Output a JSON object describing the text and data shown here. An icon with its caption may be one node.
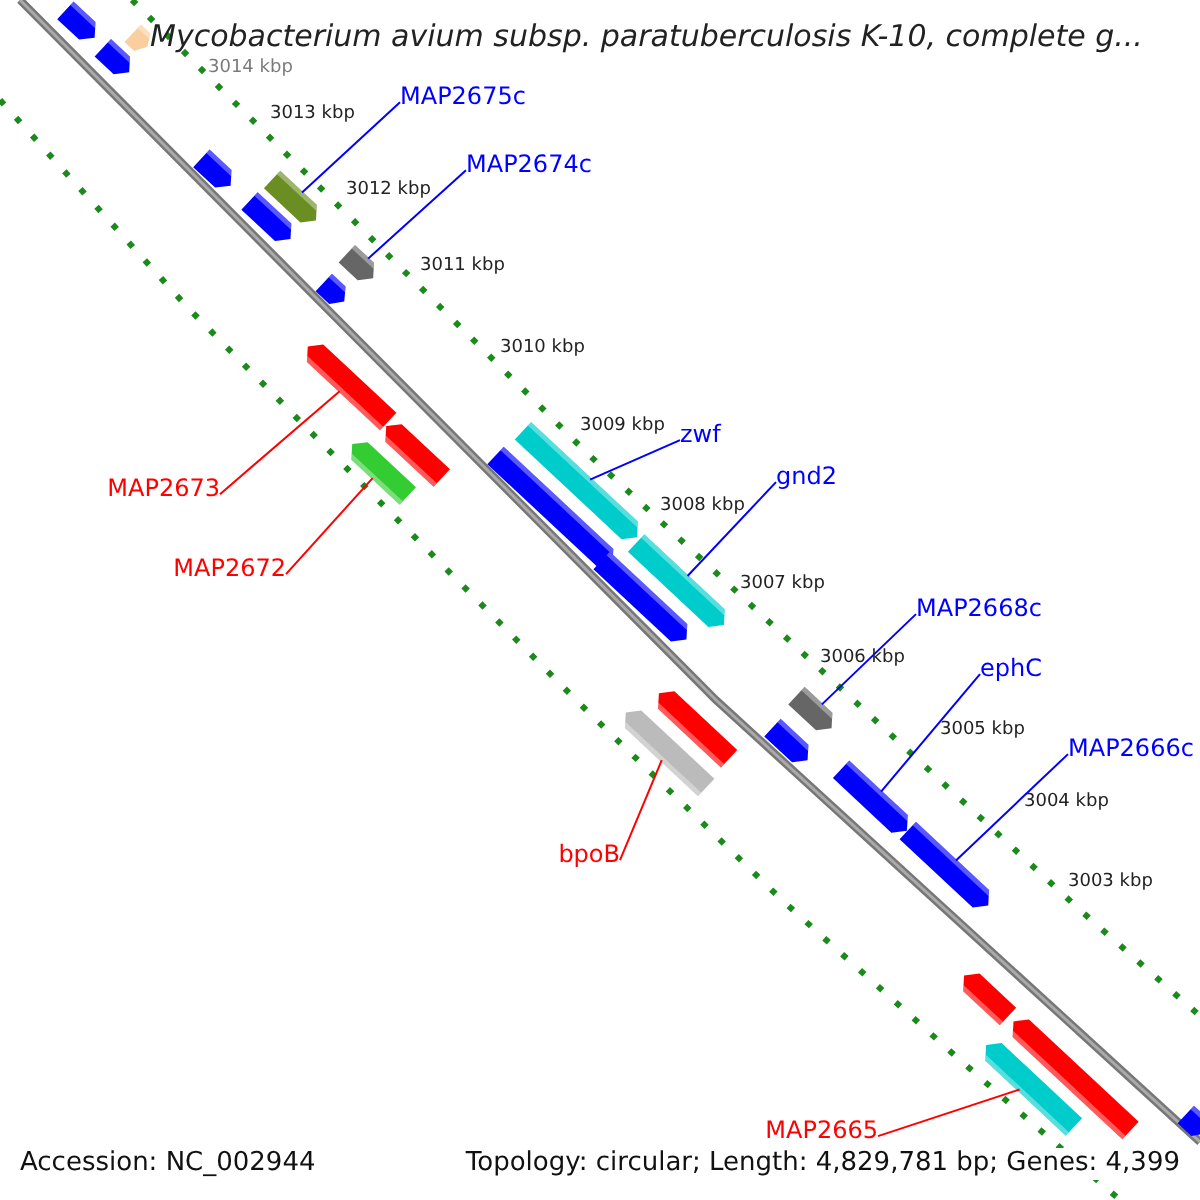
{
  "diagram": {
    "title": "Mycobacterium avium subsp. paratuberculosis K-10, complete g...",
    "nodes": [
      {
        "text": [
          "MAP2675c"
        ]
      },
      {
        "text": [],
        "shape": "arrow"
      },
      {
        "text": [
          "MAP2674c"
        ]
      },
      {
        "text": [],
        "shape": "arrow"
      },
      {
        "text": [
          "zwf"
        ]
      },
      {
        "text": [],
        "shape": "arrow"
      },
      {
        "text": [
          "gnd2"
        ]
      },
      {
        "text": [],
        "shape": "arrow"
      },
      {
        "text": [
          "MAP2673"
        ]
      },
      {
        "text": [],
        "shape": "arrow"
      },
      {
        "text": [
          "MAP2672"
        ]
      },
      {
        "text": [],
        "shape": "arrow"
      },
      {
        "text": [
          "MAP2668c"
        ]
      },
      {
        "text": [],
        "shape": "arrow"
      },
      {
        "text": [
          "ephC"
        ]
      },
      {
        "text": [],
        "shape": "arrow"
      },
      {
        "text": [
          "MAP2666c"
        ]
      },
      {
        "text": [],
        "shape": "arrow"
      },
      {
        "text": [
          "bpoB"
        ]
      },
      {
        "text": [],
        "shape": "arrow"
      },
      {
        "text": [
          "MAP2665"
        ]
      },
      {
        "text": [],
        "shape": "arrow"
      }
    ],
    "edges": [
      {
        "from": 0,
        "to": 1,
        "arrow": "none"
      },
      {
        "from": 2,
        "to": 3,
        "arrow": "none"
      },
      {
        "from": 4,
        "to": 5,
        "arrow": "none"
      },
      {
        "from": 6,
        "to": 7,
        "arrow": "none"
      },
      {
        "from": 8,
        "to": 9,
        "arrow": "none",
        "color": "#ff0000"
      },
      {
        "from": 10,
        "to": 11,
        "arrow": "none",
        "color": "#ff0000"
      },
      {
        "from": 12,
        "to": 13,
        "arrow": "none"
      },
      {
        "from": 14,
        "to": 15,
        "arrow": "none"
      },
      {
        "from": 16,
        "to": 17,
        "arrow": "none"
      },
      {
        "from": 18,
        "to": 19,
        "arrow": "none",
        "color": "#ff0000"
      },
      {
        "from": 20,
        "to": 21,
        "arrow": "none",
        "color": "#ff0000"
      }
    ],
    "labels": [
      "3014 kbp",
      "3013 kbp",
      "3012 kbp",
      "3011 kbp",
      "3010 kbp",
      "3009 kbp",
      "3008 kbp",
      "3007 kbp",
      "3006 kbp",
      "3005 kbp",
      "3004 kbp",
      "3003 kbp",
      "Accession: NC_002944",
      "Topology: circular; Length: 4,829,781 bp; Genes: 4,399"
    ]
  }
}
